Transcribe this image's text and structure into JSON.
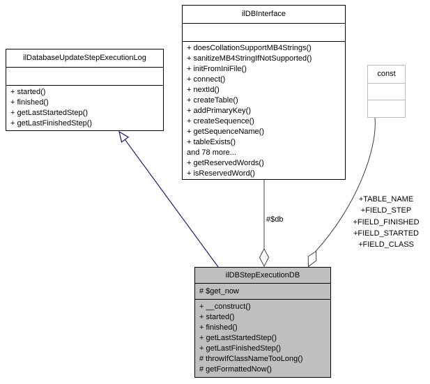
{
  "diagram": {
    "classes": {
      "log": {
        "name": "ilDatabaseUpdateStepExecutionLog",
        "methods": [
          "+ started()",
          "+ finished()",
          "+ getLastStartedStep()",
          "+ getLastFinishedStep()"
        ]
      },
      "interface": {
        "name": "ilDBInterface",
        "methods": [
          "+ doesCollationSupportMB4Strings()",
          "+ sanitizeMB4StringIfNotSupported()",
          "+ initFromIniFile()",
          "+ connect()",
          "+ nextId()",
          "+ createTable()",
          "+ addPrimaryKey()",
          "+ createSequence()",
          "+ getSequenceName()",
          "+ tableExists()",
          "and 78 more...",
          "+ getReservedWords()",
          "+ isReservedWord()"
        ]
      },
      "const": {
        "name": "const"
      },
      "exec": {
        "name": "ilDBStepExecutionDB",
        "attributes": [
          "# $get_now"
        ],
        "methods": [
          "+ __construct()",
          "+ started()",
          "+ finished()",
          "+ getLastStartedStep()",
          "+ getLastFinishedStep()",
          "# throwIfClassNameTooLong()",
          "# getFormattedNow()"
        ]
      }
    },
    "edge_labels": {
      "db_member": "#$db",
      "const_members": [
        "+TABLE_NAME",
        "+FIELD_STEP",
        "+FIELD_FINISHED",
        "+FIELD_STARTED",
        "+FIELD_CLASS"
      ]
    },
    "colors": {
      "inheritance": "#191970",
      "aggregation": "#404040",
      "node_fill_highlight": "#bfbfbf",
      "node_border": "#000000",
      "const_border": "#b9b9b9",
      "label_color": "#000000"
    }
  }
}
